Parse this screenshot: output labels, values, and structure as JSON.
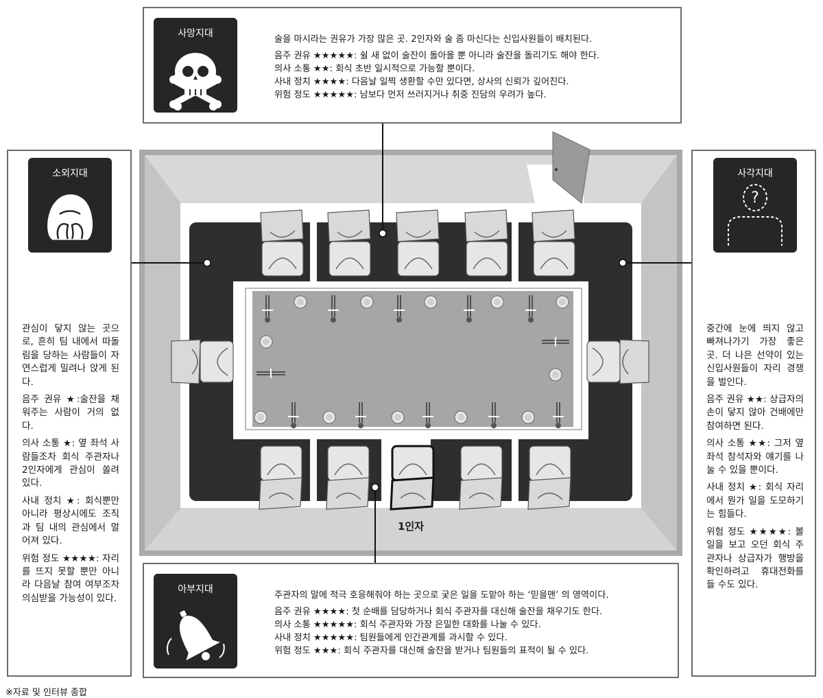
{
  "zones": {
    "death": {
      "title": "사망지대",
      "icon": "skull-crossbones-icon",
      "lines": [
        "술을 마시라는 권유가 가장 많은 곳. 2인자와 술 좀 마신다는 신입사원들이 배치된다.",
        "음주 권유 ★★★★★: 쉴 새 없이 술잔이 돌아올 뿐 아니라 술잔을 돌리기도 해야 한다.",
        "의사 소통 ★★: 회식 초반 일시적으로 가능할 뿐이다.",
        "사내 정치 ★★★★: 다음날 일찍 생환할 수만 있다면, 상사의 신뢰가 깊어진다.",
        "위험 정도 ★★★★★: 남보다 먼저 쓰러지거나 취중 진담의 우려가 높다."
      ]
    },
    "isolation": {
      "title": "소외지대",
      "icon": "hunched-person-icon",
      "lines": [
        "관심이 닿지 않는 곳으로, 흔히 팀 내에서 따돌림을 당하는 사람들이 자연스럽게 밀려나 앉게 된다.",
        "음주 권유 ★:술잔을 채워주는 사람이 거의 없다.",
        "의사 소통 ★: 옆 좌석 사람들조차 회식 주관자나 2인자에게 관심이 쏠려 있다.",
        "사내 정치 ★: 회식뿐만 아니라 평상시에도 조직과 팀 내의 관심에서 멀어져 있다.",
        "위험 정도 ★★★★: 자리를 뜨지 못할 뿐만 아니라 다음날 참여 여부조차 의심받을 가능성이 있다."
      ]
    },
    "blind": {
      "title": "사각지대",
      "icon": "question-person-icon",
      "lines": [
        "중간에 눈에 띄지 않고 빠져나가기 가장 좋은 곳. 더 나은 선약이 있는 신입사원들이 자리 경쟁을 벌인다.",
        "음주 권유 ★★: 상급자의 손이 닿지 않아 건배에만 참여하면 된다.",
        "의사 소통 ★★: 그저 옆 좌석 참석자와 얘기를 나눌 수 있을 뿐이다.",
        "사내 정치 ★: 회식 자리에서 뭔가 일을 도모하기는 힘들다.",
        "위험 정도 ★★★★: 볼 일을 보고 오던 회식 주관자나 상급자가 행방을 확인하려고 휴대전화를 들 수도 있다."
      ]
    },
    "flattery": {
      "title": "아부지대",
      "icon": "bell-icon",
      "lines": [
        "주관자의 말에 적극 호응해줘야 하는 곳으로 궂은 일을 도맡아 하는 ‘믿을맨’ 의 영역이다.",
        "음주 권유 ★★★★: 첫 순배를 담당하거나 회식 주관자를 대신해 술잔을 채우기도 한다.",
        "의사 소통 ★★★★★: 회식 주관자와 가장 은밀한 대화를 나눌 수 있다.",
        "사내 정치 ★★★★★: 팀원들에게 인간관계를 과시할 수 있다.",
        "위험 정도 ★★★: 회식 주관자를 대신해 술잔을 받거나 팀원들의 표적이 될 수 있다."
      ]
    }
  },
  "room": {
    "seat_label": "1인자"
  },
  "footnote": "※자료 및 인터뷰 종합",
  "colors": {
    "badge": "#262626",
    "mat": "#2e2e2e",
    "table": "#a6a6a6",
    "chair": "#d9d9d9",
    "wall_light": "#d7d7d7",
    "wall_dark": "#bcbcbc"
  }
}
